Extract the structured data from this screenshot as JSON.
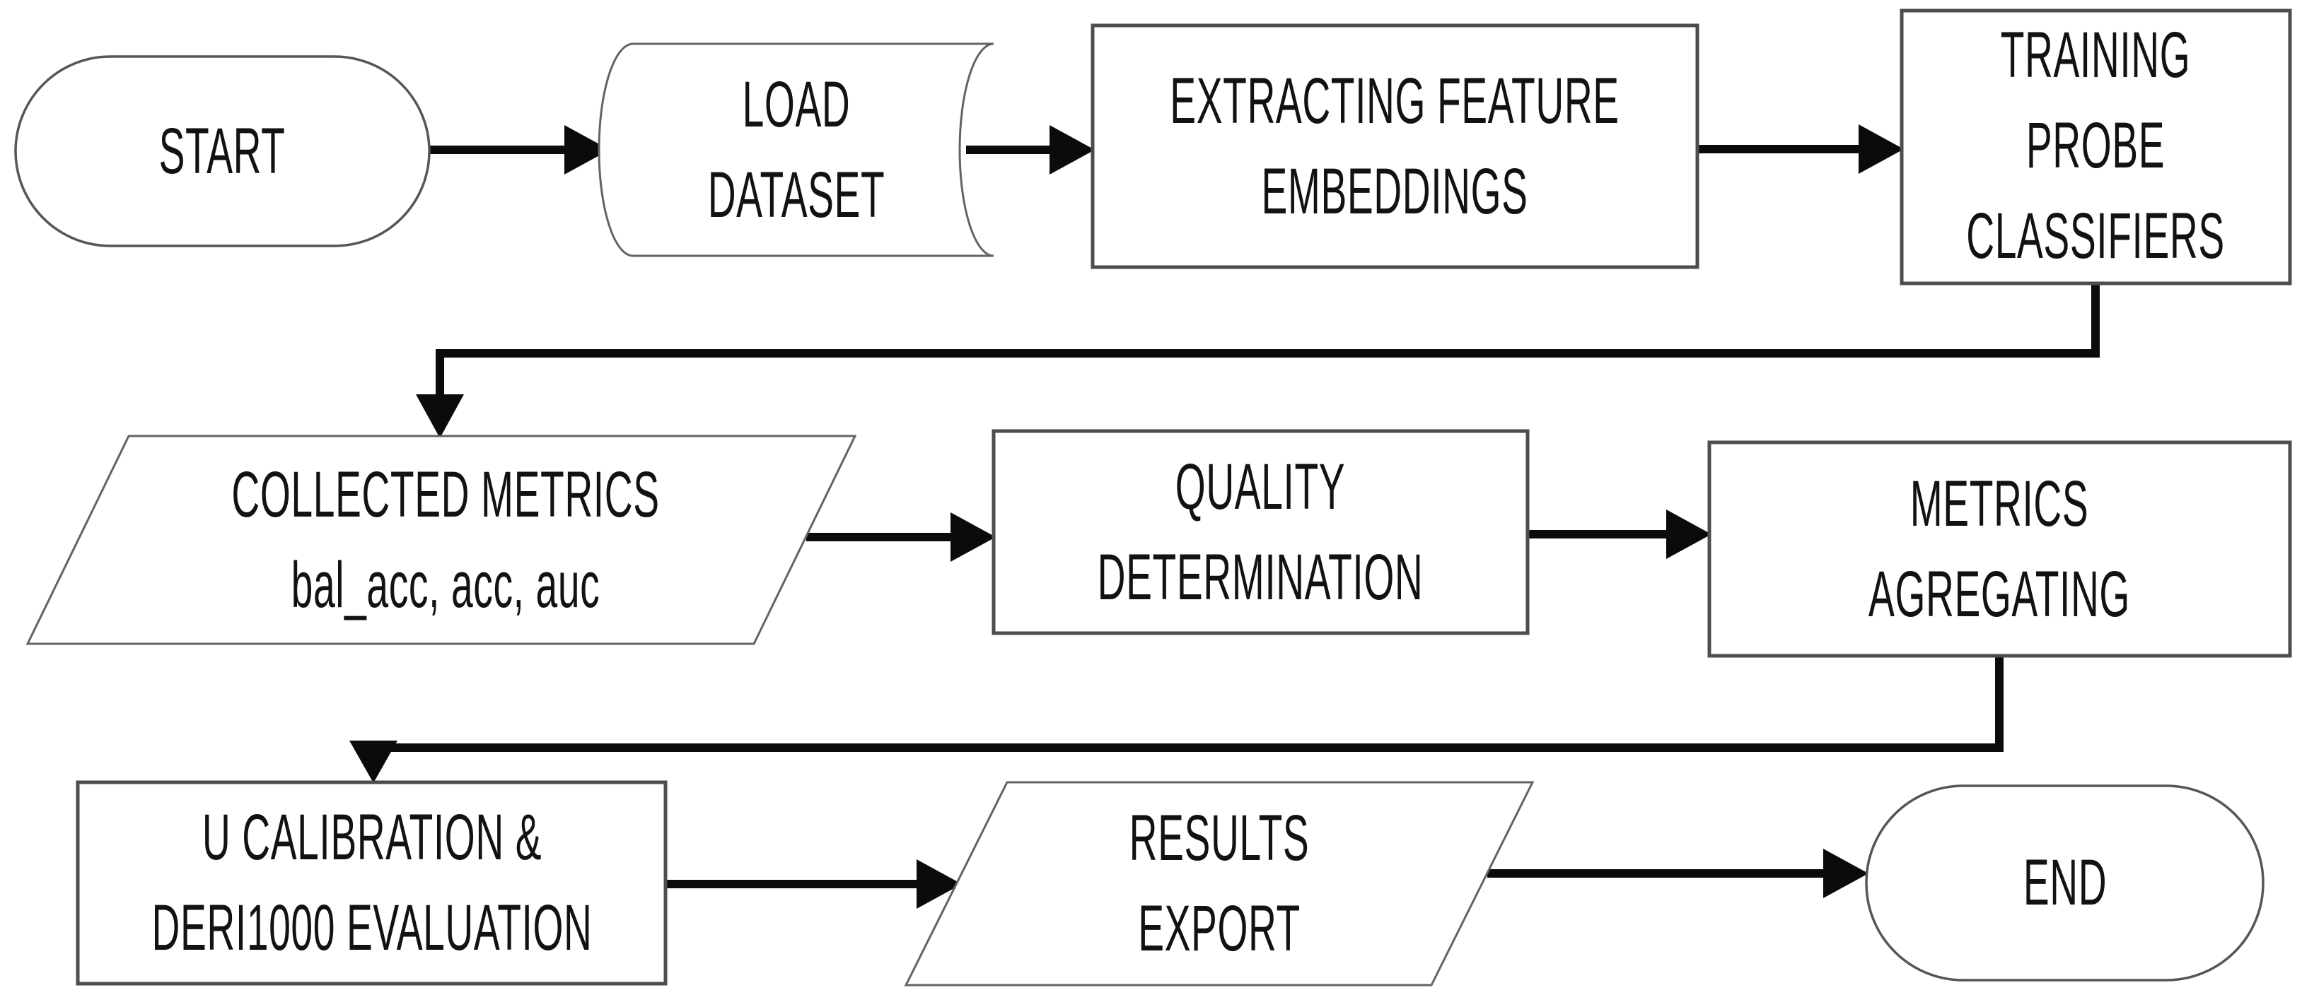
{
  "diagram": {
    "type": "flowchart",
    "background_color": "#ffffff",
    "connector_color": "#0b0b0b",
    "outline_color": "#4d4d4d",
    "text_color": "#121212"
  },
  "nodes": {
    "start": {
      "label": "START",
      "shape": "terminator"
    },
    "load_dataset": {
      "label": "LOAD\nDATASET",
      "shape": "stored-data"
    },
    "extract_embeddings": {
      "label": "EXTRACTING FEATURE\nEMBEDDINGS",
      "shape": "process"
    },
    "train_probes": {
      "label": "TRAINING\nPROBE\nCLASSIFIERS",
      "shape": "process"
    },
    "collected_metrics": {
      "label": "COLLECTED METRICS\nbal_acc, acc, auc",
      "shape": "data-parallelogram"
    },
    "quality_determination": {
      "label": "QUALITY\nDETERMINATION",
      "shape": "process"
    },
    "metrics_aggregating": {
      "label": "METRICS AGREGATING",
      "shape": "process"
    },
    "u_calibration": {
      "label": "U CALIBRATION &\nDERI1000 EVALUATION",
      "shape": "process"
    },
    "results_export": {
      "label": "RESULTS\nEXPORT",
      "shape": "data-parallelogram"
    },
    "end": {
      "label": "END",
      "shape": "terminator"
    }
  },
  "edges": [
    {
      "from": "start",
      "to": "load_dataset",
      "style": "straight-arrow"
    },
    {
      "from": "load_dataset",
      "to": "extract_embeddings",
      "style": "straight-arrow"
    },
    {
      "from": "extract_embeddings",
      "to": "train_probes",
      "style": "straight-arrow"
    },
    {
      "from": "train_probes",
      "to": "collected_metrics",
      "style": "elbow-arrow"
    },
    {
      "from": "collected_metrics",
      "to": "quality_determination",
      "style": "straight-arrow"
    },
    {
      "from": "quality_determination",
      "to": "metrics_aggregating",
      "style": "straight-arrow"
    },
    {
      "from": "metrics_aggregating",
      "to": "u_calibration",
      "style": "elbow-arrow"
    },
    {
      "from": "u_calibration",
      "to": "results_export",
      "style": "straight-arrow"
    },
    {
      "from": "results_export",
      "to": "end",
      "style": "straight-arrow"
    }
  ]
}
